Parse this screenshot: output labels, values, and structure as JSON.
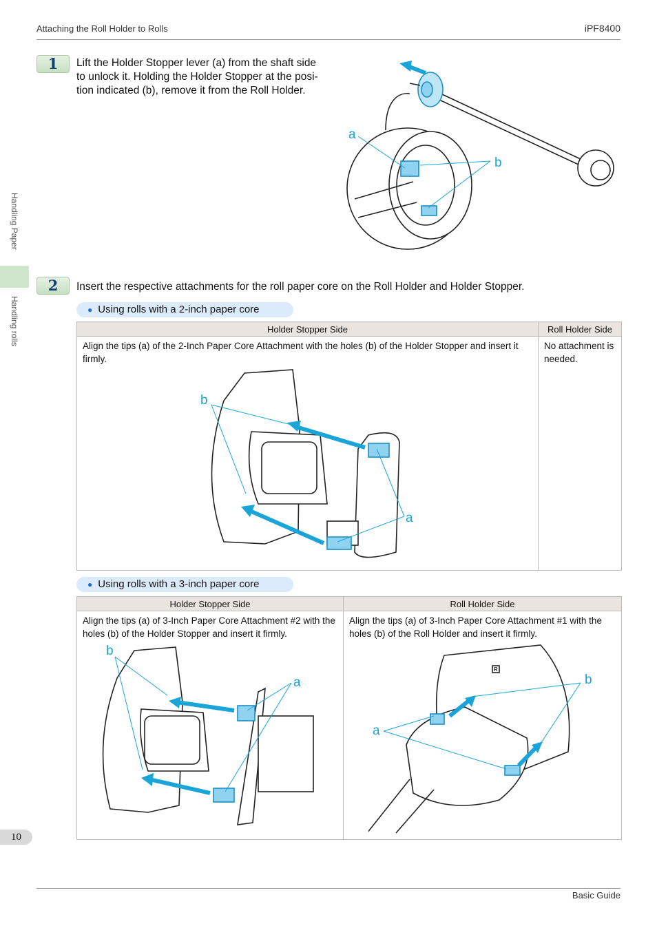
{
  "header": {
    "section": "Attaching the Roll Holder to Rolls",
    "model": "iPF8400"
  },
  "sidebar": {
    "tab_top": "Handling Paper",
    "tab_bottom": "Handling rolls"
  },
  "step1": {
    "number": "1",
    "lines": [
      "Lift the Holder Stopper lever (a) from the shaft side",
      "to unlock it. Holding the Holder Stopper at the posi-",
      "tion indicated (b), remove it from the Roll Holder."
    ],
    "fig_labels": {
      "a": "a",
      "b": "b"
    }
  },
  "step2": {
    "number": "2",
    "text": "Insert the respective attachments for the roll paper core on the Roll Holder and Holder Stopper."
  },
  "section_2inch": {
    "title": "Using rolls with a 2-inch paper core",
    "headers": [
      "Holder Stopper Side",
      "Roll Holder Side"
    ],
    "left_lines": [
      "Align the tips (a) of the 2-Inch Paper Core Attachment with the holes (b) of the Holder Stopper and insert it",
      "firmly."
    ],
    "right_lines": [
      "No attachment is",
      "needed."
    ],
    "fig_labels": {
      "a": "a",
      "b": "b"
    }
  },
  "section_3inch": {
    "title": "Using rolls with a 3-inch paper core",
    "headers": [
      "Holder Stopper Side",
      "Roll Holder Side"
    ],
    "left_lines": [
      "Align the tips (a) of 3-Inch Paper Core Attachment #2 with the",
      "holes (b) of the Holder Stopper and insert it firmly."
    ],
    "right_lines": [
      "Align the tips (a) of 3-Inch Paper Core Attachment #1 with the",
      "holes (b) of the Roll Holder and insert it firmly."
    ],
    "fig_labels": {
      "a": "a",
      "b": "b",
      "r_mark": "R"
    }
  },
  "footer": {
    "page": "10",
    "guide": "Basic Guide"
  },
  "colors": {
    "accent": "#1aa4d8",
    "badge_text": "#0f3e73",
    "pill_bg": "#dcebfb"
  }
}
